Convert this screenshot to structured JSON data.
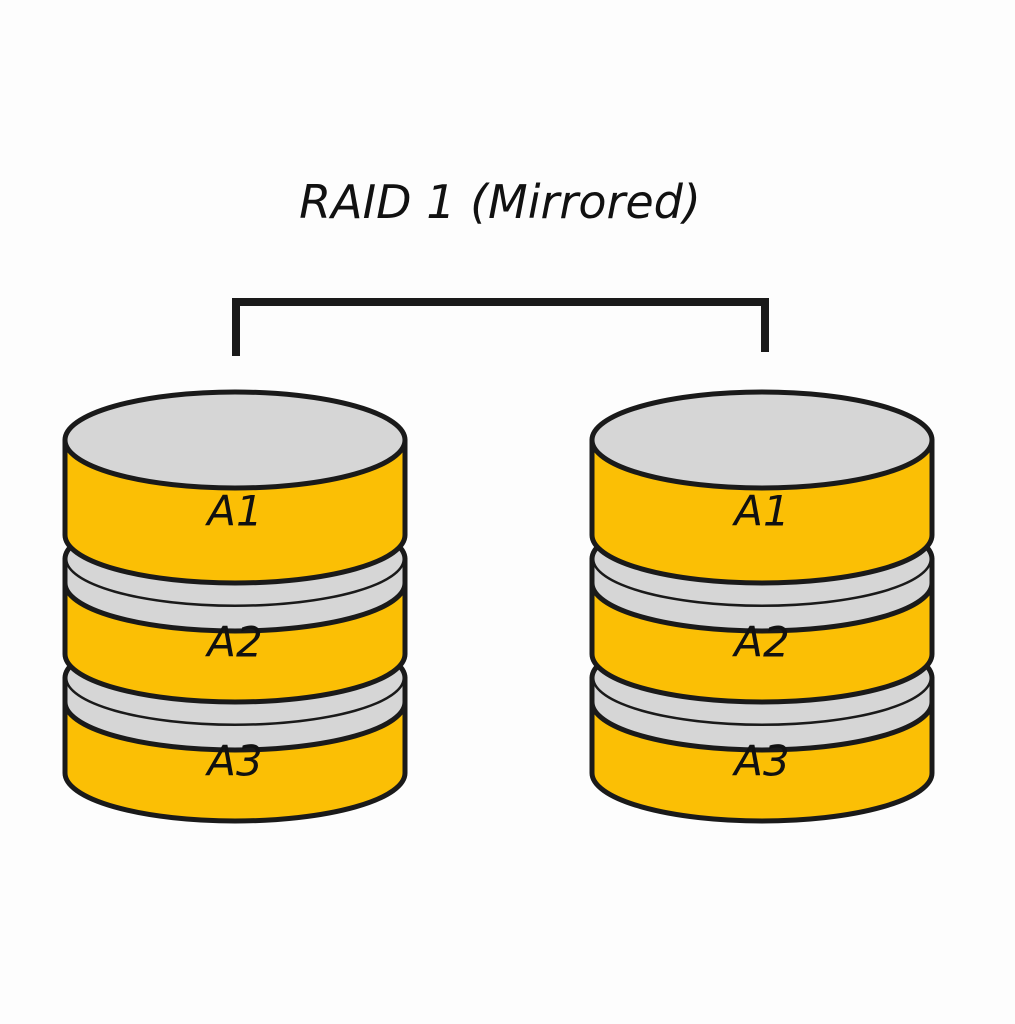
{
  "title": "RAID 1 (Mirrored)",
  "colors": {
    "disk_body": "#fbbf05",
    "disk_top": "#d6d6d6",
    "outline": "#1a1a1a",
    "connector": "#1a1a1a",
    "background": "#fdfdfd"
  },
  "disks": [
    {
      "segments": [
        {
          "label": "A1"
        },
        {
          "label": "A2"
        },
        {
          "label": "A3"
        }
      ]
    },
    {
      "segments": [
        {
          "label": "A1"
        },
        {
          "label": "A2"
        },
        {
          "label": "A3"
        }
      ]
    }
  ]
}
